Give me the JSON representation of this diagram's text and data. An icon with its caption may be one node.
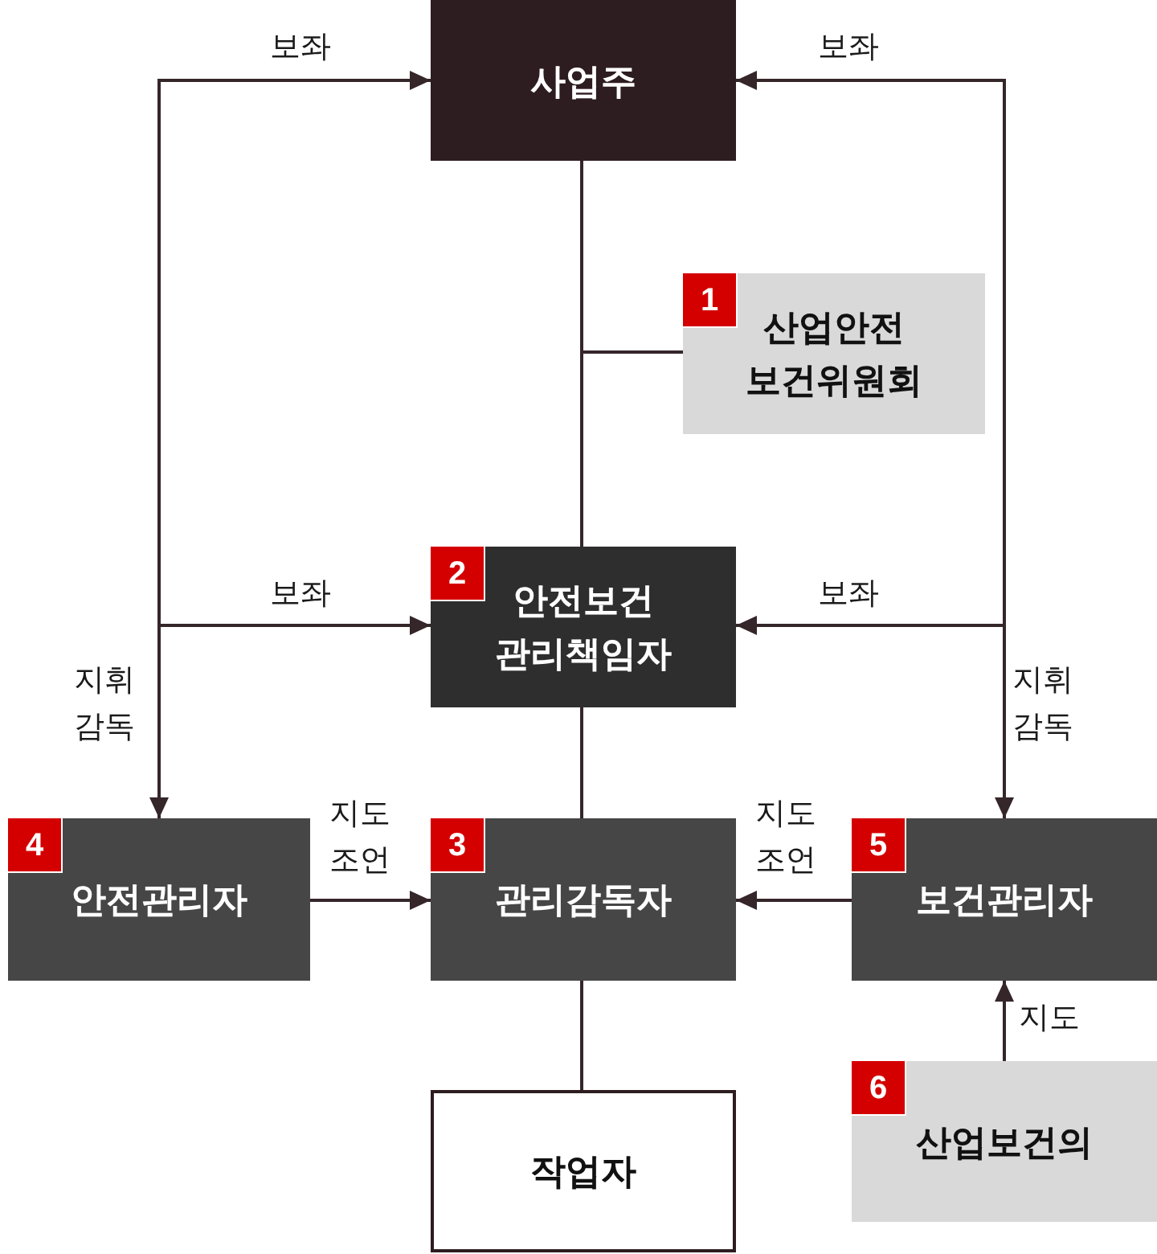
{
  "diagram": {
    "nodes": [
      {
        "text": [
          "사업주"
        ]
      },
      {
        "text": [
          "1",
          "산업안전 보건위원회"
        ]
      },
      {
        "text": [
          "2",
          "안전보건 관리책임자"
        ]
      },
      {
        "text": [
          "4",
          "안전관리자"
        ]
      },
      {
        "text": [
          "3",
          "관리감독자"
        ]
      },
      {
        "text": [
          "5",
          "보건관리자"
        ]
      },
      {
        "text": [
          "6",
          "산업보건의"
        ]
      },
      {
        "text": [
          "작업자"
        ]
      }
    ],
    "edges": [
      {
        "from": 0,
        "to": 2,
        "arrow": "none"
      },
      {
        "from": 0,
        "to": 1,
        "arrow": "none"
      },
      {
        "from": 2,
        "to": 4,
        "arrow": "none"
      },
      {
        "from": 4,
        "to": 7,
        "arrow": "none"
      },
      {
        "from": 3,
        "to": 0,
        "arrow": "to",
        "label": "보좌"
      },
      {
        "from": 3,
        "to": 2,
        "arrow": "to",
        "label": "보좌"
      },
      {
        "from": 2,
        "to": 3,
        "arrow": "to",
        "label": "지휘 감독"
      },
      {
        "from": 5,
        "to": 0,
        "arrow": "to",
        "label": "보좌"
      },
      {
        "from": 5,
        "to": 2,
        "arrow": "to",
        "label": "보좌"
      },
      {
        "from": 2,
        "to": 5,
        "arrow": "to",
        "label": "지휘 감독"
      },
      {
        "from": 3,
        "to": 4,
        "arrow": "to",
        "label": "지도 조언"
      },
      {
        "from": 5,
        "to": 4,
        "arrow": "to",
        "label": "지도 조언"
      },
      {
        "from": 6,
        "to": 5,
        "arrow": "to",
        "label": "지도"
      }
    ]
  }
}
